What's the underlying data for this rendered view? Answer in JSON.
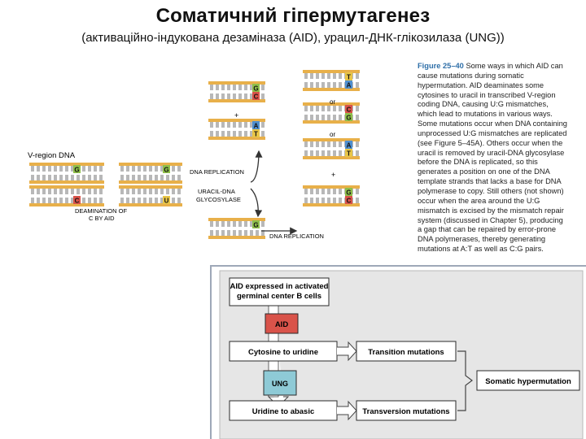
{
  "header": {
    "title": "Соматичний гіпермутагенез",
    "subtitle": "(активаційно-індукована дезаміназа  (AID), урацил-ДНК-глікозилаза (UNG))"
  },
  "figure": {
    "v_region_label": "V-region DNA",
    "deamination_label_1": "DEAMINATION OF",
    "deamination_label_2": "C BY AID",
    "dna_replication_label": "DNA REPLICATION",
    "glycosylase_label_1": "URACIL-DNA",
    "glycosylase_label_2": "GLYCOSYLASE",
    "dna_replication_label_2": "DNA REPLICATION",
    "plus": "+",
    "or": "or",
    "bases": {
      "G": "G",
      "C": "C",
      "U": "U",
      "A": "A",
      "T": "T"
    },
    "caption_figure": "Figure 25–40",
    "caption_lines": [
      "Some ways in which AID can",
      "cause mutations during somatic",
      "hypermutation. AID deaminates some",
      "cytosines to uracil in transcribed",
      "V-region coding DNA, causing U:G",
      "mismatches, which lead to mutations in",
      "various ways. Some mutations occur when",
      "DNA containing unprocessed U:G",
      "mismatches are replicated (see Figure",
      "5–45A). Others occur when the uracil is",
      "removed by uracil-DNA glycosylase before",
      "the DNA is replicated, so this generates a",
      "position on one of the DNA template",
      "strands that lacks a base for DNA",
      "polymerase to copy. Still others (not shown)",
      "occur when the area around the U:G",
      "mismatch is excised by the mismatch repair",
      "system (discussed in Chapter 5), producing",
      "a gap that can be repaired by error-prone",
      "DNA polymerases, thereby generating",
      "mutations at A:T as well as C:G pairs."
    ]
  },
  "flow": {
    "aid_expressed_1": "AID expressed in activated",
    "aid_expressed_2": "germinal center B cells",
    "aid": "AID",
    "cytosine_to_uridine": "Cytosine to uridine",
    "transition_mutations": "Transition mutations",
    "ung": "UNG",
    "uridine_to_abasic": "Uridine to abasic",
    "transversion_mutations": "Transversion mutations",
    "somatic_hypermutation": "Somatic hypermutation",
    "colors": {
      "aid_box": "#d9534a",
      "ung_box": "#8ecad6",
      "panel_bg": "#e6e6e6",
      "box_border": "#2a2a2a"
    }
  }
}
